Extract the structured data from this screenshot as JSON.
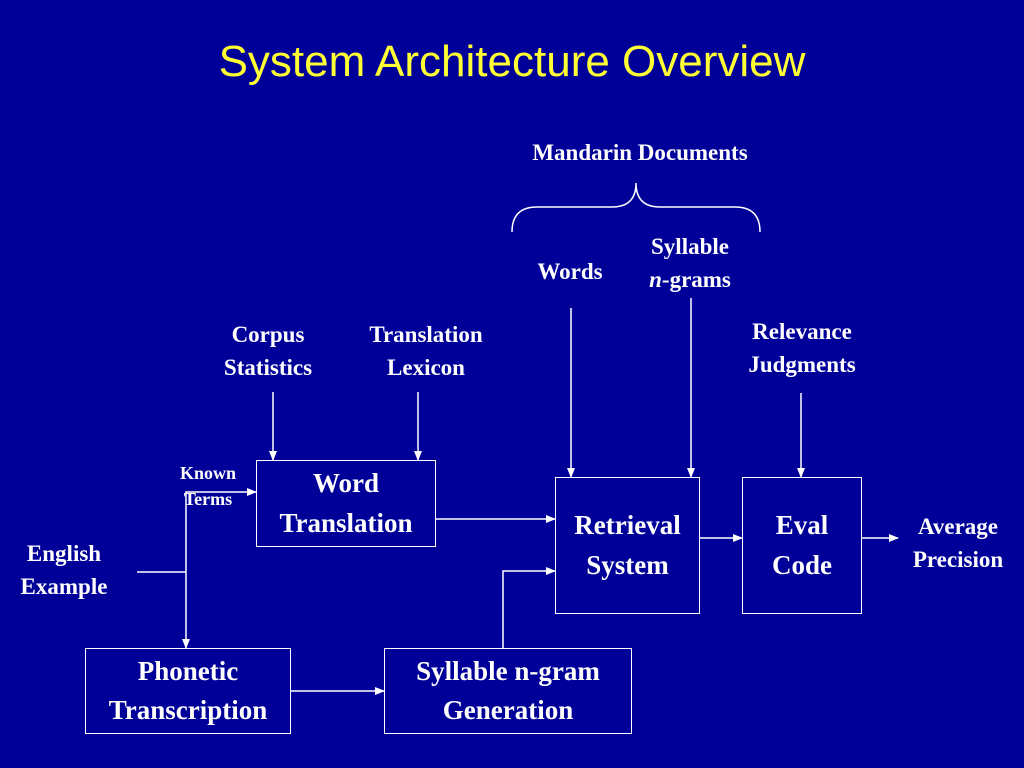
{
  "title": "System Architecture Overview",
  "inputs": {
    "mandarin_documents": "Mandarin Documents",
    "words": "Words",
    "syllable_ngrams_line1": "Syllable",
    "syllable_ngrams_n": "n",
    "syllable_ngrams_rest": "-grams",
    "corpus_statistics": [
      "Corpus",
      "Statistics"
    ],
    "translation_lexicon": [
      "Translation",
      "Lexicon"
    ],
    "relevance_judgments": [
      "Relevance",
      "Judgments"
    ],
    "known_terms": [
      "Known",
      "Terms"
    ],
    "english_example": [
      "English",
      "Example"
    ],
    "average_precision": [
      "Average",
      "Precision"
    ]
  },
  "boxes": {
    "word_translation": [
      "Word",
      "Translation"
    ],
    "retrieval_system": [
      "Retrieval",
      "System"
    ],
    "eval_code": [
      "Eval",
      "Code"
    ],
    "phonetic_transcription": [
      "Phonetic",
      "Transcription"
    ],
    "syllable_ngram_generation": [
      "Syllable n-gram",
      "Generation"
    ]
  },
  "colors": {
    "background": "#000099",
    "title": "#ffff33",
    "text": "#ffffff"
  }
}
